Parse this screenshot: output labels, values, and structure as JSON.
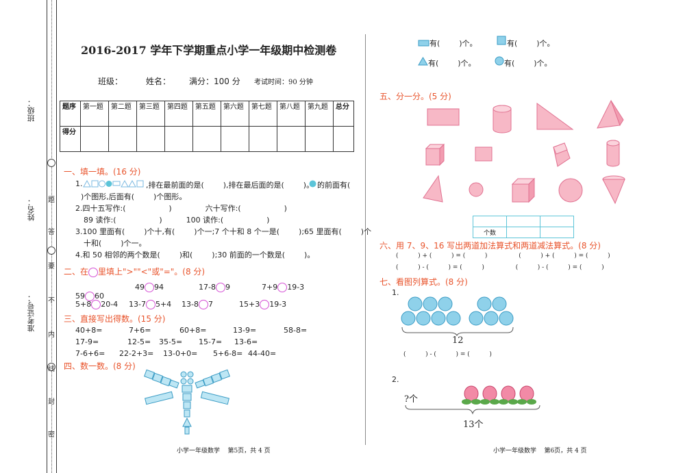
{
  "binding": {
    "class_label": "班级：",
    "name_label": "姓名：",
    "exam_no_label": "准考证号：",
    "seal_chars": [
      "题",
      "答",
      "要",
      "不",
      "内",
      "线",
      "封",
      "密"
    ]
  },
  "header": {
    "title": "2016-2017 学年下学期重点小学一年级期中检测卷",
    "class": "班级：",
    "name": "姓名：",
    "full_score": "满分：100 分",
    "time": "考试时间：90 分钟"
  },
  "score_table": {
    "row1": [
      "题序",
      "第一题",
      "第二题",
      "第三题",
      "第四题",
      "第五题",
      "第六题",
      "第七题",
      "第八题",
      "第九题",
      "总分"
    ],
    "row2_label": "得分"
  },
  "section1": {
    "heading": "一、填一填。(16 分)",
    "q1a": ",排在最前面的是(        ),排在最后面的是(        )。",
    "q1b": "的前面有(",
    "q1c": ")个图形,后面有(        )个图形。",
    "q2a": "2.四十五写作:(                  )              六十写作:(                  )",
    "q2b": "89 读作:(                  )          100 读作:(                  )",
    "q3a": "3.100 里面有(        )个十,有(        )个一;7 个十和 8 个一是(        );65 里面有(        )个",
    "q3b": "十和(        )个一。",
    "q4": "4.和 50 相邻的两个数是(        )和(        );30 前面的一个数是(        )。",
    "q1_num": "1."
  },
  "section2": {
    "heading_pre": "二、在",
    "heading_post": "里填上\">\"\"<\"或\"=\"。(8 分)",
    "row1": [
      [
        "59",
        "60"
      ],
      [
        "49",
        "94"
      ],
      [
        "17-8",
        "9"
      ],
      [
        "7+9",
        "19-3"
      ]
    ],
    "row2": [
      [
        "5+8",
        "20-4"
      ],
      [
        "13-7",
        "5+4"
      ],
      [
        "13-8",
        "7"
      ],
      [
        "15+3",
        "19-3"
      ]
    ]
  },
  "section3": {
    "heading": "三、直接写出得数。(15 分)",
    "rows": [
      [
        "40+8=",
        "7+6=",
        "60+8=",
        "13-9=",
        "58-8="
      ],
      [
        "17-9=",
        "12-5=",
        "35-5=",
        "15-7=",
        "13-6="
      ],
      [
        "7-6+6=",
        "22-2+3=",
        "13-0+0=",
        "5+6-8=",
        "44-40="
      ]
    ]
  },
  "section4": {
    "heading": "四、数一数。(8 分)"
  },
  "right_top": {
    "rect_text": "有(        )个。",
    "square_text": "有(        )个。",
    "triangle_text": "有(        )个。",
    "circle_text": "有(        )个。"
  },
  "section5": {
    "heading": "五、分一分。(5 分)",
    "count_label": "个数"
  },
  "section6": {
    "heading": "六、用 7、9、16 写出两道加法算式和两道减法算式。(8 分)",
    "line1": "(          ) + (          ) = (          )                (          ) + (          ) = (          )",
    "line2": "(          ) - (          ) = (          )                (          ) - (          ) = (          )"
  },
  "section7": {
    "heading": "七、看图列算式。(8 分)",
    "q1_num": "1.",
    "q1_total": "12",
    "q1_eq": "(          ) - (          ) = (          )",
    "q2_num": "2.",
    "q2_unknown": "?个",
    "q2_total": "13个"
  },
  "footer": {
    "left": "小学一年级数学    第5页，共 4 页",
    "right": "小学一年级数学    第6页，共 4 页"
  },
  "colors": {
    "accent": "#e8532b",
    "shape_fill": "#f7b8c6",
    "shape_stroke": "#e07090",
    "blue": "#8fd1ea",
    "blue_stroke": "#3a9bc4",
    "pink_circle": "#d44fd4"
  }
}
